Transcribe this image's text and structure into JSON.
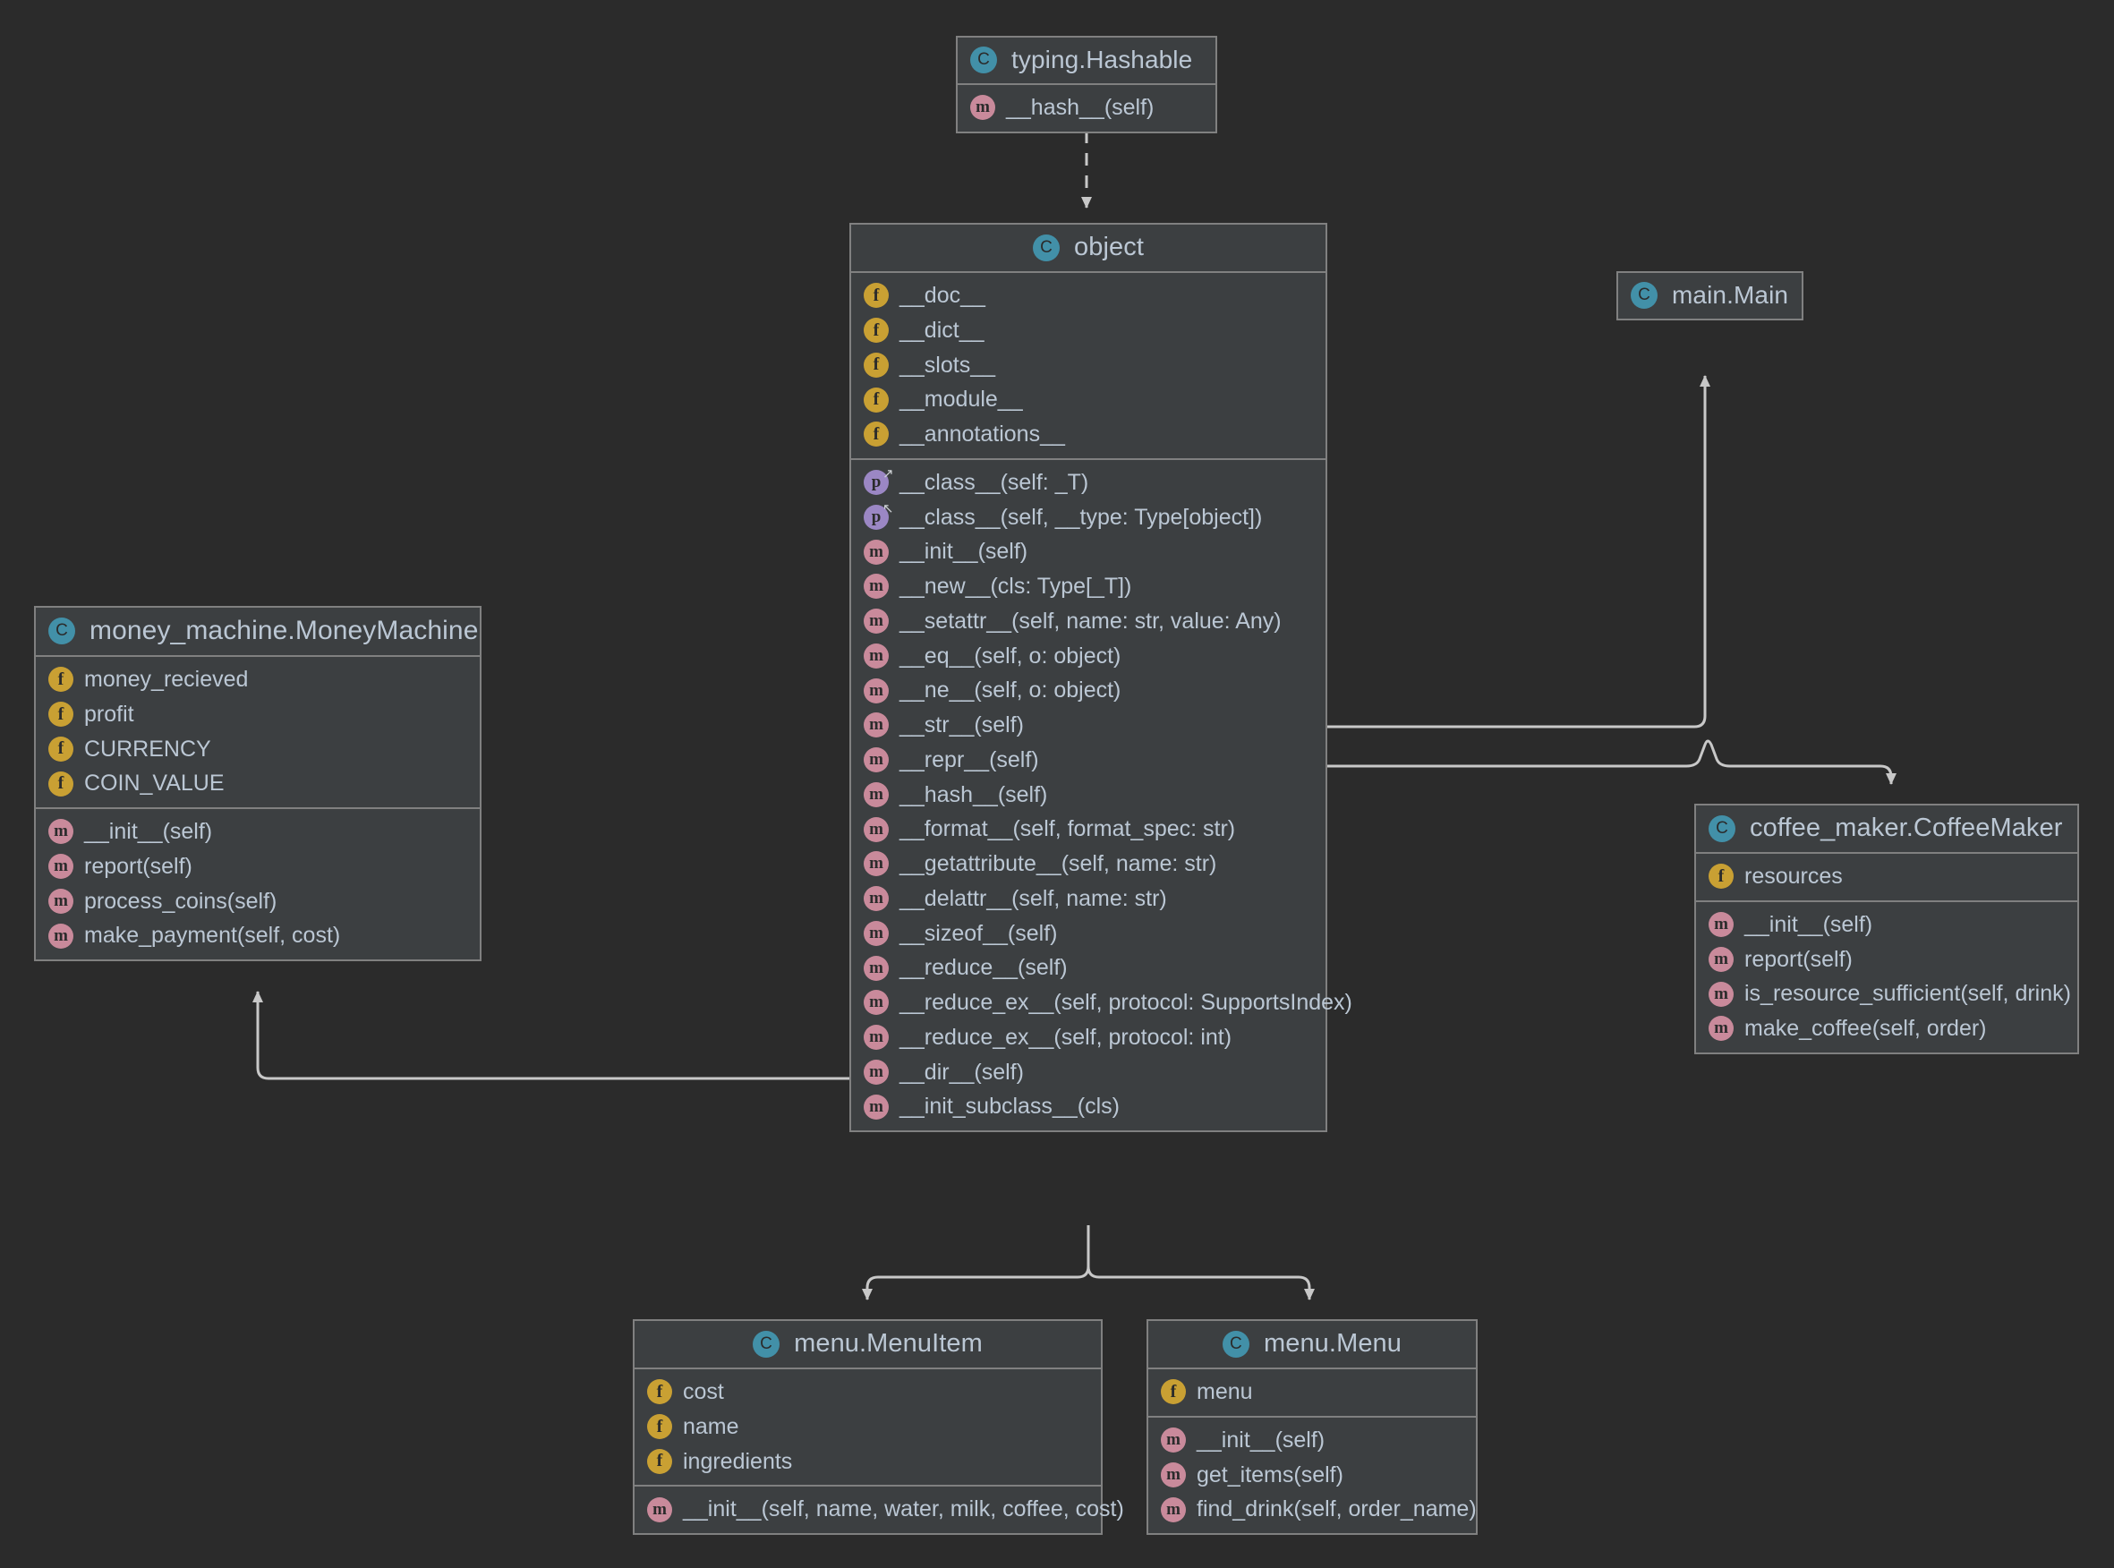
{
  "diagram": {
    "kind": "uml-class-diagram",
    "background_color": "#2b2b2b",
    "node_fill_color": "#3c3f41",
    "node_border_color": "#808080",
    "text_color": "#bbc7d4",
    "edge_color": "#c8c8c8",
    "icon_colors": {
      "class": "#4290a8",
      "field": "#c9a033",
      "method": "#c98a9b",
      "property": "#9b87c4"
    }
  },
  "icons": {
    "class": "C",
    "field": "f",
    "method": "m",
    "property": "p",
    "property_getter_arrow": "↗",
    "property_setter_arrow": "↖"
  },
  "nodes": {
    "hashable": {
      "title": "typing.Hashable",
      "methods": [
        "__hash__(self)"
      ]
    },
    "object": {
      "title": "object",
      "fields": [
        "__doc__",
        "__dict__",
        "__slots__",
        "__module__",
        "__annotations__"
      ],
      "properties": [
        {
          "label": "__class__(self: _T)",
          "accessor": "getter"
        },
        {
          "label": "__class__(self, __type: Type[object])",
          "accessor": "setter"
        }
      ],
      "methods": [
        "__init__(self)",
        "__new__(cls: Type[_T])",
        "__setattr__(self, name: str, value: Any)",
        "__eq__(self, o: object)",
        "__ne__(self, o: object)",
        "__str__(self)",
        "__repr__(self)",
        "__hash__(self)",
        "__format__(self, format_spec: str)",
        "__getattribute__(self, name: str)",
        "__delattr__(self, name: str)",
        "__sizeof__(self)",
        "__reduce__(self)",
        "__reduce_ex__(self, protocol: SupportsIndex)",
        "__reduce_ex__(self, protocol: int)",
        "__dir__(self)",
        "__init_subclass__(cls)"
      ]
    },
    "main": {
      "title": "main.Main"
    },
    "money_machine": {
      "title": "money_machine.MoneyMachine",
      "fields": [
        "money_recieved",
        "profit",
        "CURRENCY",
        "COIN_VALUE"
      ],
      "methods": [
        "__init__(self)",
        "report(self)",
        "process_coins(self)",
        "make_payment(self, cost)"
      ]
    },
    "coffee_maker": {
      "title": "coffee_maker.CoffeeMaker",
      "fields": [
        "resources"
      ],
      "methods": [
        "__init__(self)",
        "report(self)",
        "is_resource_sufficient(self, drink)",
        "make_coffee(self, order)"
      ]
    },
    "menu_item": {
      "title": "menu.MenuItem",
      "fields": [
        "cost",
        "name",
        "ingredients"
      ],
      "methods": [
        "__init__(self, name, water, milk, coffee, cost)"
      ]
    },
    "menu": {
      "title": "menu.Menu",
      "fields": [
        "menu"
      ],
      "methods": [
        "__init__(self)",
        "get_items(self)",
        "find_drink(self, order_name)"
      ]
    }
  },
  "edges": [
    {
      "from": "hashable",
      "to": "object",
      "style": "dashed",
      "arrow": "filled-triangle",
      "relation": "realization"
    },
    {
      "from": "object",
      "to": "money_machine",
      "style": "solid",
      "arrow": "filled-triangle",
      "relation": "inheritance"
    },
    {
      "from": "object",
      "to": "main",
      "style": "solid",
      "arrow": "filled-triangle",
      "relation": "inheritance"
    },
    {
      "from": "object",
      "to": "coffee_maker",
      "style": "solid",
      "arrow": "filled-triangle",
      "relation": "inheritance"
    },
    {
      "from": "object",
      "to": "menu_item",
      "style": "solid",
      "arrow": "filled-triangle",
      "relation": "inheritance"
    },
    {
      "from": "object",
      "to": "menu",
      "style": "solid",
      "arrow": "filled-triangle",
      "relation": "inheritance"
    }
  ]
}
